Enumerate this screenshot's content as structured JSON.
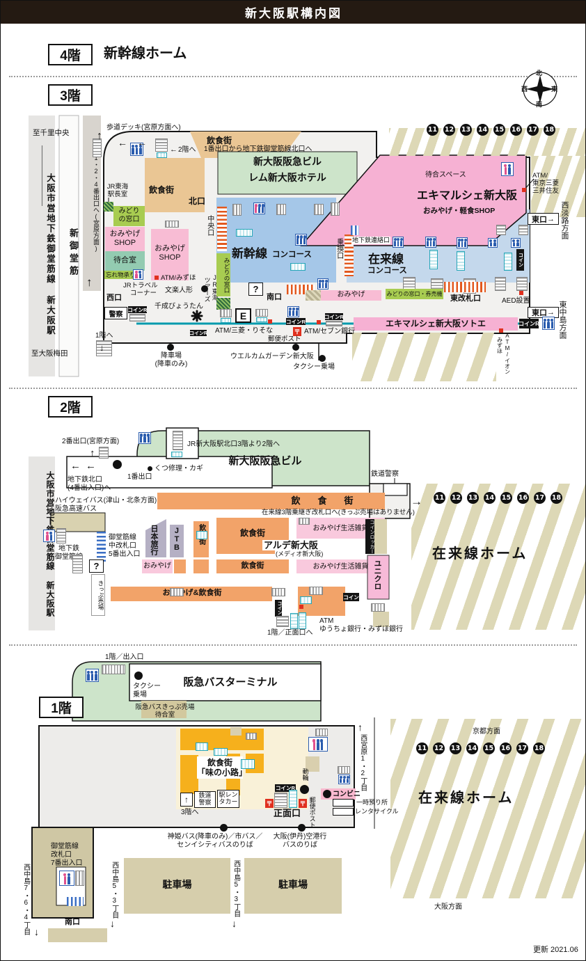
{
  "title": "新大阪駅構内図",
  "updated": "更新 2021.06",
  "subway": "大阪市営地下鉄御堂筋線 新大阪駅",
  "road": "新御堂筋",
  "arrows": {
    "u": "↑",
    "d": "↓",
    "l": "←",
    "r": "→"
  },
  "compass": {
    "n": "北",
    "e": "東",
    "s": "南",
    "w": "西"
  },
  "platforms": [
    "11",
    "12",
    "13",
    "14",
    "15",
    "16",
    "17",
    "18"
  ],
  "f4": {
    "tag": "4階",
    "name": "新幹線ホーム"
  },
  "f3": {
    "tag": "3階",
    "to_senri": "至千里中央",
    "to_umeda": "至大阪梅田",
    "exit124": "1・2・4番出口へ(宮原方面)",
    "deck": "歩道デッキ(宮原方面へ)",
    "food": "飲食街",
    "to2f": "2階へ",
    "exit1_note": "1番出口から地下鉄御堂筋線北口へ",
    "hankyu": "新大阪阪急ビル",
    "remm": "レム新大阪ホテル",
    "kita": "北口",
    "chuo": "中央口",
    "nishi": "西口",
    "minami": "南口",
    "office1": "JR東海",
    "office2": "駅長室",
    "midori1": "みどり",
    "midori2": "の窓口",
    "midori_v": "みどりの窓口",
    "shop1": "おみやげ",
    "shop2": "SHOP",
    "machiai": "待合室",
    "wasuremono1": "忘れ物",
    "wasuremono2": "承り所",
    "jrtravel1": "JRトラベル",
    "jrtravel2": "コーナー",
    "police": "警察",
    "coinr": "コインR",
    "coin": "コイン",
    "atm_mizuho": "ATM/みずほ",
    "bunraku": "文楽人形",
    "hyotan": "千成びょうたん",
    "tours1": "JR東海",
    "tours2": "ツアーズ",
    "shinkansen": "新幹線",
    "conc": "コンコース",
    "q": "?",
    "norikae": "乗換口",
    "renraku": "地下鉄連絡口",
    "zairai": "在来線",
    "machiai_sp": "待合スペース",
    "ekimarche": "エキマルシェ新大阪",
    "keishoku": "おみやげ・軽食SHOP",
    "mitsui1": "ATM/",
    "mitsui2": "東京三菱",
    "mitsui3": "三井住友",
    "higashi": "東口",
    "nishiawaji": "西淡路方面",
    "omiyage": "おみやげ",
    "kenbaiki": "みどりの窓口・券売機",
    "hkaisatsu": "東改札口",
    "aed": "AED設置",
    "hnakajima": "東中島方面",
    "sotoe": "エキマルシェ新大阪ソトエ",
    "aeon1": "ATM/イオン",
    "aeon2": "みずほ",
    "e": "E",
    "mitsubishi": "ATM/三菱・りそな",
    "post": "郵便ポスト",
    "seven": "ATM/セブン銀行",
    "to1f": "1階へ",
    "kosha1": "降車場",
    "kosha2": "(降車のみ)",
    "welcome": "ウエルカムガーデン新大阪",
    "taxi": "タクシー乗場"
  },
  "f2": {
    "tag": "2階",
    "exit2": "2番出口(宮原方面)",
    "note_kita": "JR新大阪駅北口3階より2階へ",
    "hankyu": "新大阪阪急ビル",
    "kutsu": "くつ修理・カギ",
    "exit1": "1番出口",
    "kita1": "地下鉄北口",
    "kita2": "(4番出入口)へ",
    "police": "鉄道警察",
    "food_sp": "飲　食　街",
    "note_norikae": "在来線3階乗継ぎ改札口へ(きっぷ売場はありません)",
    "highway1": "ハイウェイバス(津山・北条方面)",
    "highway2": "阪急高速バス",
    "chika1": "地下鉄",
    "chika2": "御堂筋線",
    "naka1": "御堂筋線",
    "naka2": "中改札口",
    "naka3": "5番出入口",
    "kippu": "きっぷ売場",
    "q": "?",
    "nihon": "日本旅行",
    "jtb": "JTB",
    "food": "飲食街",
    "alde": "アルデ新大阪",
    "medio": "(メディオ新大阪)",
    "zakka": "おみやげ生活雑貨",
    "omiyage": "おみやげ",
    "locker": "コインロッカー",
    "uniqlo": "ユニクロ",
    "obar": "おみやげ&飲食街",
    "coin": "コイン",
    "atm1": "ATM",
    "atm2": "ゆうちょ銀行・みずほ銀行",
    "to1f": "1階／正面口へ",
    "home": "在来線ホーム"
  },
  "f1": {
    "tag": "1階",
    "door": "1階／出入口",
    "taxi1": "タクシー",
    "taxi2": "乗場",
    "terminal": "阪急バスターミナル",
    "kippu": "阪急バスきっぷ売場",
    "machiai": "待合室",
    "aji1": "飲食街",
    "aji2": "「味の小路」",
    "police1": "鉄道",
    "police2": "警察",
    "rent1": "駅レン",
    "rent2": "タカー",
    "to3f": "3階へ",
    "coinr": "コインR",
    "shomen": "正面口",
    "dorin": "動輪",
    "post": "郵便ポスト",
    "conbini": "コンビニ",
    "ichiji": "一時預り所",
    "cycle": "レンタサイクル",
    "miyahara": "西宮原1・2丁目",
    "shinki1": "神姫バス(降車のみ)／市バス／",
    "shinki2": "センイシティバスのりば",
    "itami1": "大阪(伊丹)空港行",
    "itami2": "バスのりば",
    "gate1": "御堂筋線",
    "gate2": "改札口",
    "gate3": "7番出入口",
    "n764": "西中島7・6・4丁目",
    "minami": "南口",
    "n53": "西中島5・3丁目",
    "parking": "駐車場",
    "kyoto": "京都方面",
    "osaka": "大阪方面",
    "home": "在来線ホーム"
  }
}
